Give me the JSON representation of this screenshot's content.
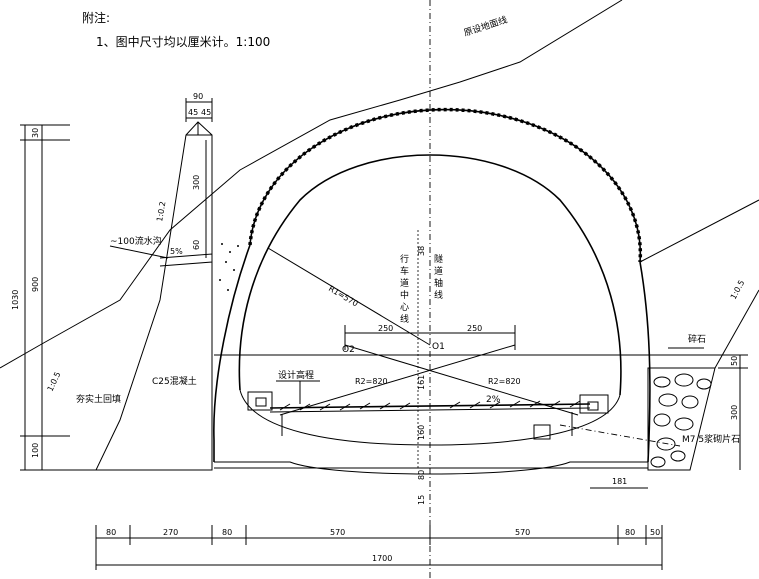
{
  "notes": {
    "title": "附注:",
    "line1": "1、图中尺寸均以厘米计。1:100"
  },
  "labels": {
    "ground_line": "原设地面线",
    "concrete": "C25混凝土",
    "backfill": "夯实土回填",
    "water_slope": "~100流水沟",
    "slope_5": "5%",
    "slope_left": "1:0.2",
    "slope_left2": "1:0.5",
    "slope_right": "1:0.5",
    "r1": "R1=570",
    "r2_left": "R2=820",
    "r2_right": "R2=820",
    "design_elev": "设计高程",
    "crossfall": "2%",
    "lane_center": "行车道中心线",
    "tunnel_axis": "隧道轴线",
    "o1": "O1",
    "o2": "O2",
    "gravel": "碎石",
    "rubble": "M7.5浆砌片石"
  },
  "dims": {
    "top_90": "90",
    "top_45a": "45",
    "top_45b": "45",
    "h_300": "300",
    "h_60": "60",
    "left_30": "30",
    "left_1030": "1030",
    "left_900": "900",
    "left_100": "100",
    "c_38": "38",
    "c_250a": "250",
    "c_250b": "250",
    "c_161": "161",
    "c_160": "160",
    "c_80": "80",
    "c_15": "15",
    "r_50": "50",
    "r_300": "300",
    "r_181": "181",
    "b_80a": "80",
    "b_270": "270",
    "b_80b": "80",
    "b_570a": "570",
    "b_570b": "570",
    "b_80c": "80",
    "b_50": "50",
    "b_total": "1700"
  }
}
